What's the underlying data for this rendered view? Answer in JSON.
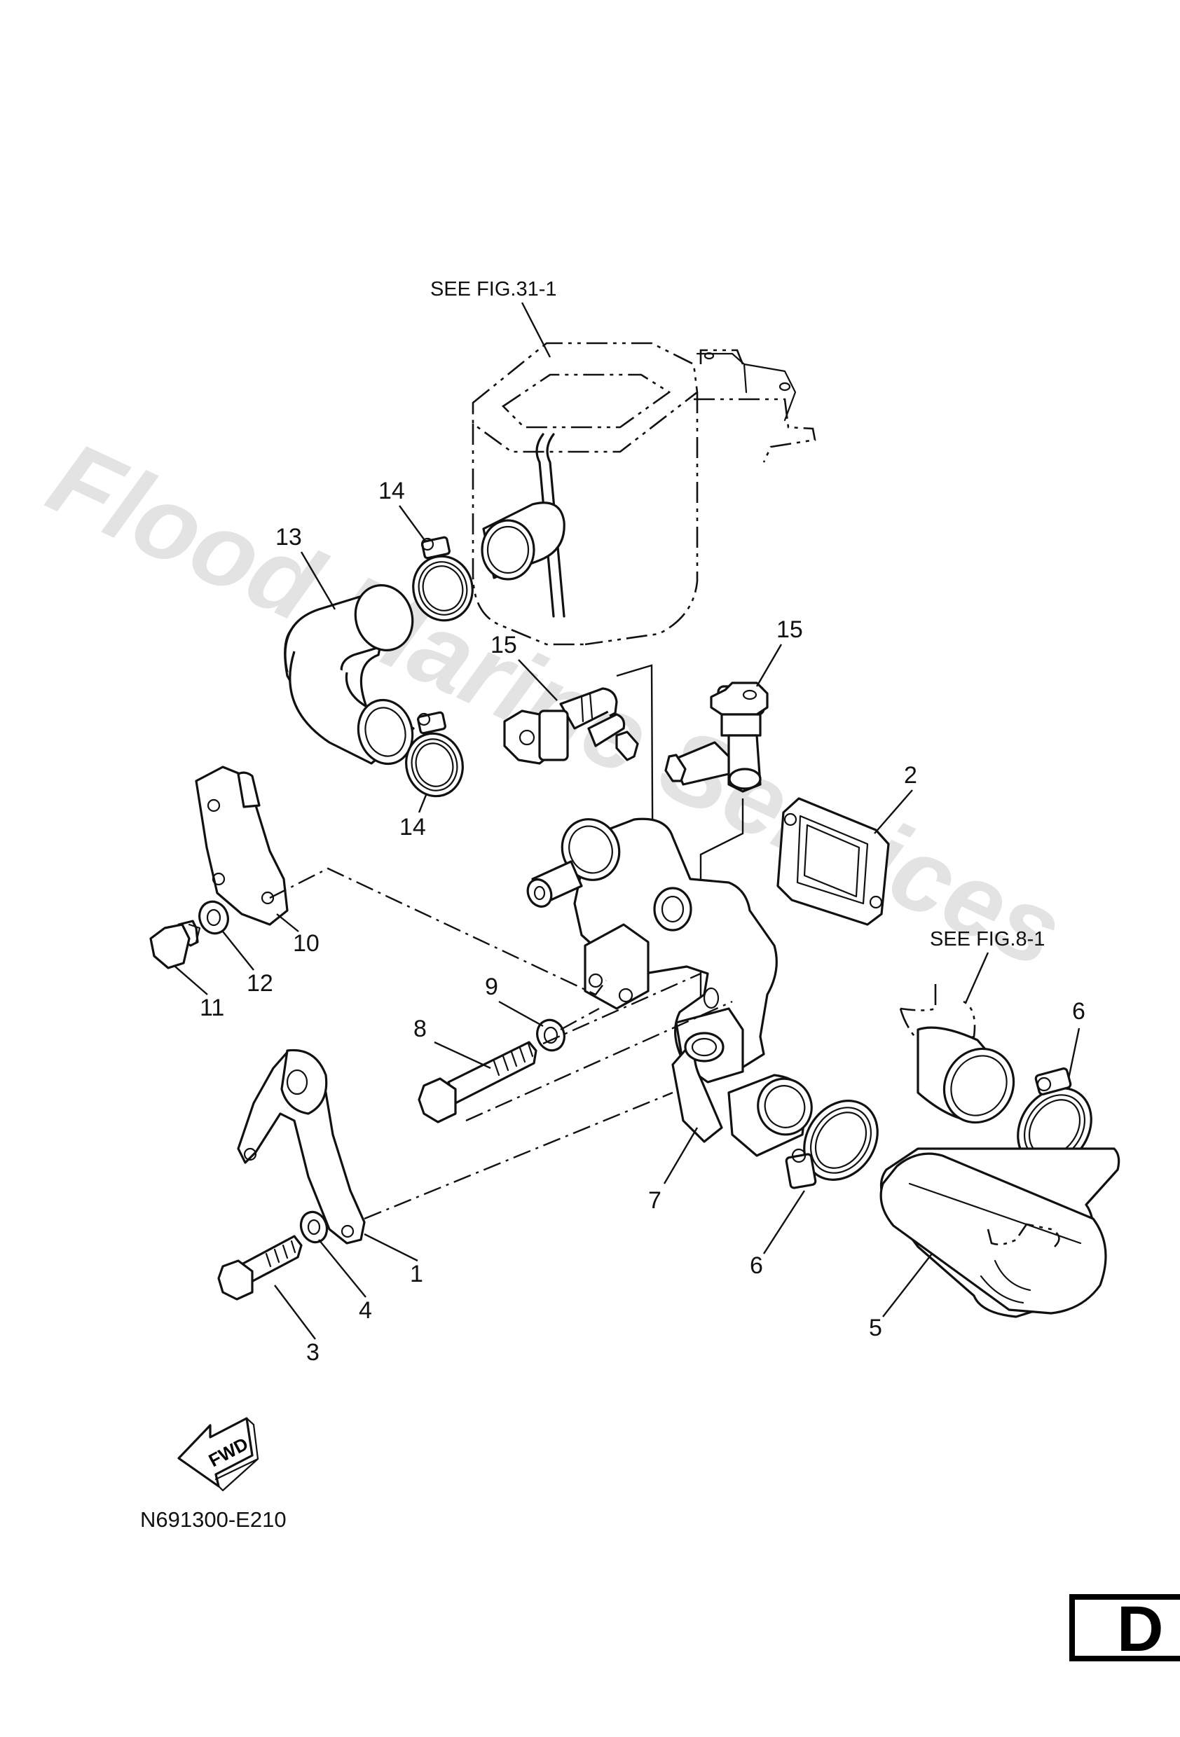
{
  "references": {
    "fig_31": "SEE FIG.31-1",
    "fig_8": "SEE FIG.8-1"
  },
  "callouts": {
    "c1": "1",
    "c2": "2",
    "c3": "3",
    "c4": "4",
    "c5": "5",
    "c6a": "6",
    "c6b": "6",
    "c7": "7",
    "c8": "8",
    "c9": "9",
    "c10": "10",
    "c11": "11",
    "c12": "12",
    "c13": "13",
    "c14a": "14",
    "c14b": "14",
    "c15a": "15",
    "c15b": "15"
  },
  "direction_badge": "FWD",
  "diagram_code": "N691300-E210",
  "page_letter": "D",
  "watermark": "Flood Marine Services"
}
